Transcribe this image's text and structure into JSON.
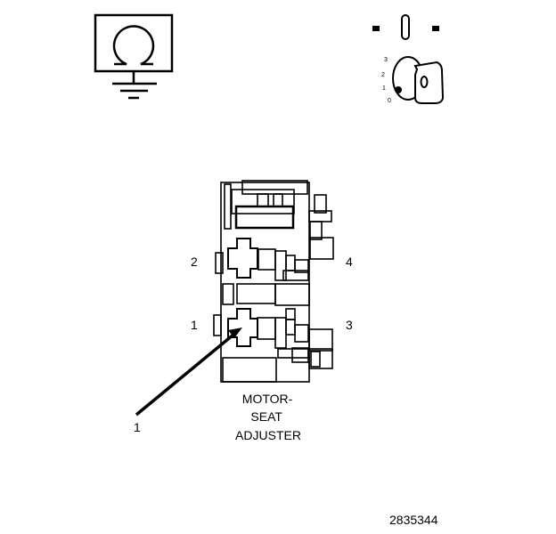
{
  "symbols": {
    "ohmmeter": "ohmmeter-ground-icon",
    "ignition": "ignition-switch-key-icon",
    "ignition_positions": [
      "3",
      "2",
      "1",
      "0"
    ]
  },
  "connector": {
    "pins": [
      "1",
      "2",
      "3",
      "4"
    ]
  },
  "callout": {
    "number": "1"
  },
  "label": {
    "lines": [
      "MOTOR-",
      "SEAT",
      "ADJUSTER"
    ]
  },
  "figure_id": "2835344"
}
